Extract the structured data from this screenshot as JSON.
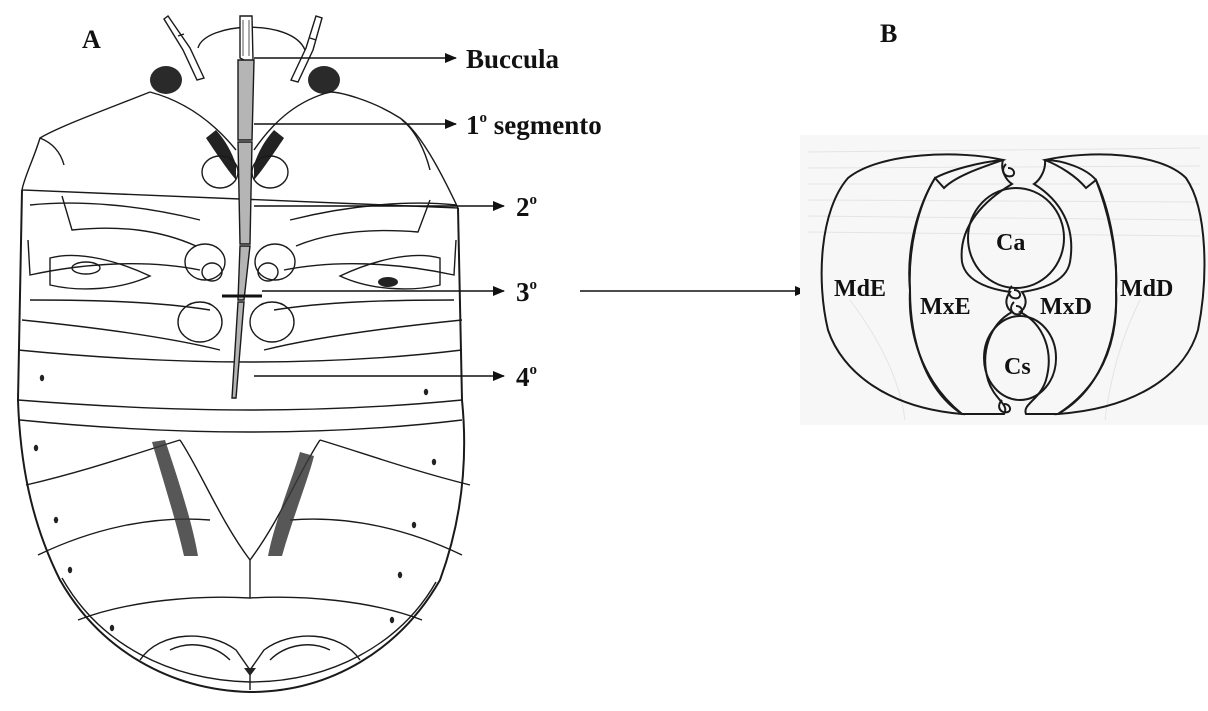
{
  "panel_a": {
    "label": "A",
    "callouts": [
      {
        "key": "buccula",
        "text": "Buccula"
      },
      {
        "key": "seg1",
        "text": "1",
        "sup": "o",
        "suffix": " segmento"
      },
      {
        "key": "seg2",
        "text": "2",
        "sup": "o",
        "suffix": ""
      },
      {
        "key": "seg3",
        "text": "3",
        "sup": "o",
        "suffix": ""
      },
      {
        "key": "seg4",
        "text": "4",
        "sup": "o",
        "suffix": ""
      }
    ]
  },
  "panel_b": {
    "label": "B",
    "parts": {
      "mde": "MdE",
      "mxe": "MxE",
      "ca": "Ca",
      "mxd": "MxD",
      "mdd": "MdD",
      "cs": "Cs"
    }
  },
  "colors": {
    "ink": "#1a1a1a",
    "rostrum_fill": "#b5b5b5",
    "shading": "#3a3a3a",
    "background": "#ffffff"
  }
}
